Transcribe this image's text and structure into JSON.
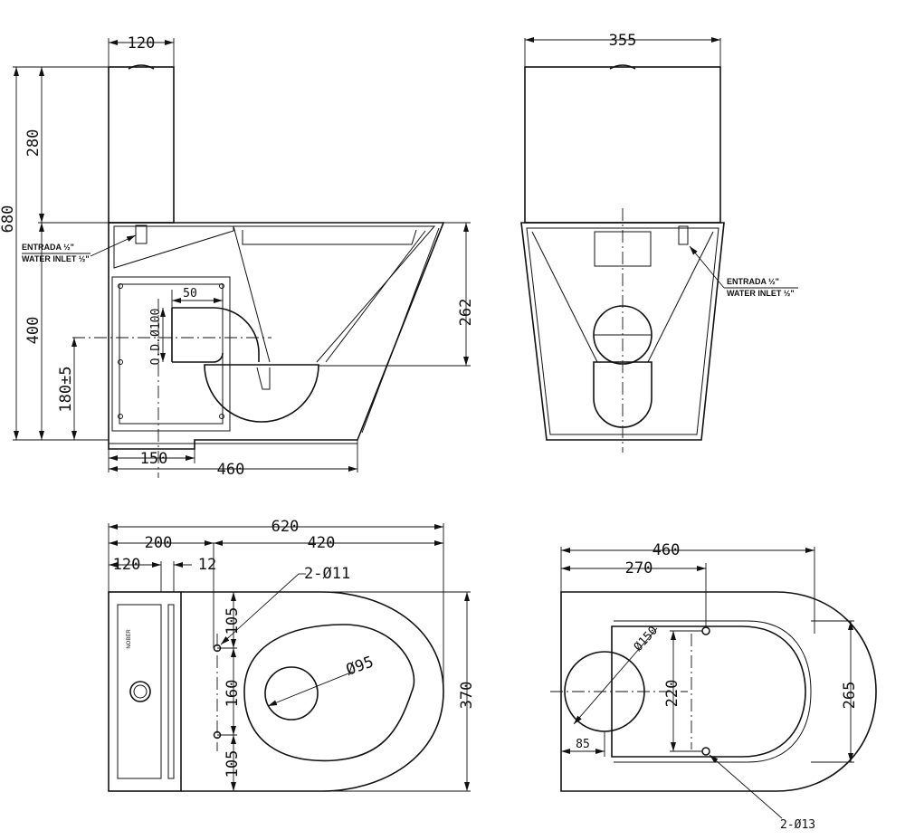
{
  "side_view": {
    "dims": {
      "tank_depth": "120",
      "total_height": "680",
      "tank_height": "280",
      "seat_height": "400",
      "outlet_height": "180±5",
      "outlet_offset": "150",
      "base_length": "460",
      "rim_drop": "262",
      "pipe_len": "50",
      "pipe_dia": "O.D.Ø100"
    },
    "inlet_label_es": "ENTRADA ½\"",
    "inlet_label_en": "WATER INLET ½\""
  },
  "front_view": {
    "dims": {
      "tank_width": "355"
    },
    "inlet_label_es": "ENTRADA ½\"",
    "inlet_label_en": "WATER INLET ½\""
  },
  "top_view": {
    "dims": {
      "total_length": "620",
      "tank_zone": "200",
      "bowl_zone": "420",
      "tank_depth": "120",
      "gap": "12",
      "bolt_spacing_top": "105",
      "bolt_spacing_mid": "160",
      "bolt_spacing_bot": "105",
      "width": "370",
      "outlet_dia": "Ø95",
      "bolts": "2-Ø11"
    },
    "brand": "NOBER"
  },
  "bottom_view": {
    "dims": {
      "total_length": "460",
      "to_holes": "270",
      "outlet_dia": "Ø150",
      "outlet_offset": "85",
      "hole_spacing": "220",
      "inner_width": "265",
      "holes": "2-Ø13"
    }
  }
}
